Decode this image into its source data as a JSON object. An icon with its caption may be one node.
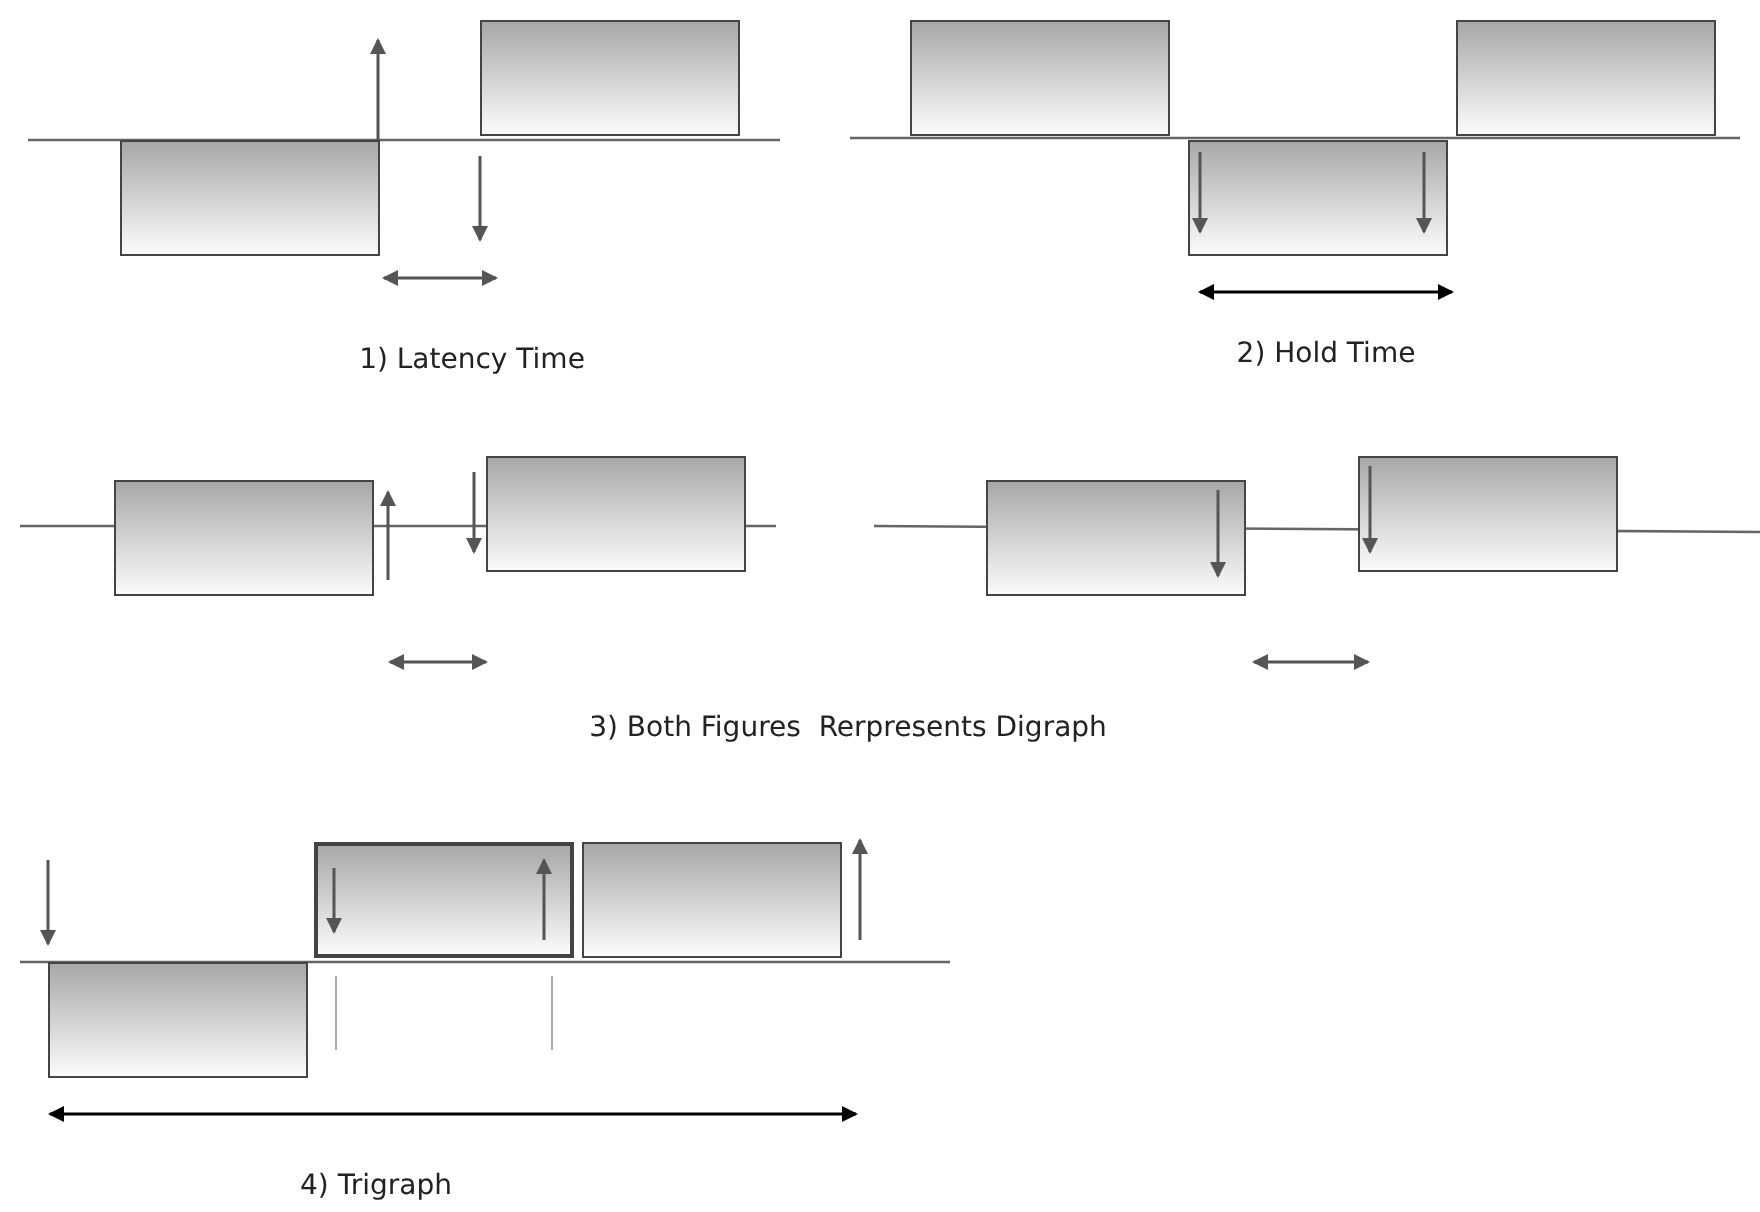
{
  "diagram": {
    "nodes": [
      {
        "text": [],
        "shape": "box"
      },
      {
        "text": [],
        "shape": "box"
      },
      {
        "text": [],
        "shape": "box"
      },
      {
        "text": [],
        "shape": "box"
      },
      {
        "text": [],
        "shape": "box"
      },
      {
        "text": [],
        "shape": "box"
      },
      {
        "text": [],
        "shape": "box"
      },
      {
        "text": [],
        "shape": "box"
      },
      {
        "text": [],
        "shape": "box"
      },
      {
        "text": [],
        "shape": "box"
      },
      {
        "text": [],
        "shape": "box"
      },
      {
        "text": [],
        "shape": "box"
      }
    ],
    "labels": [
      "1) Latency Time",
      "2) Hold Time",
      "3) Both Figures  Rerpresents Digraph",
      "4) Trigraph"
    ]
  }
}
